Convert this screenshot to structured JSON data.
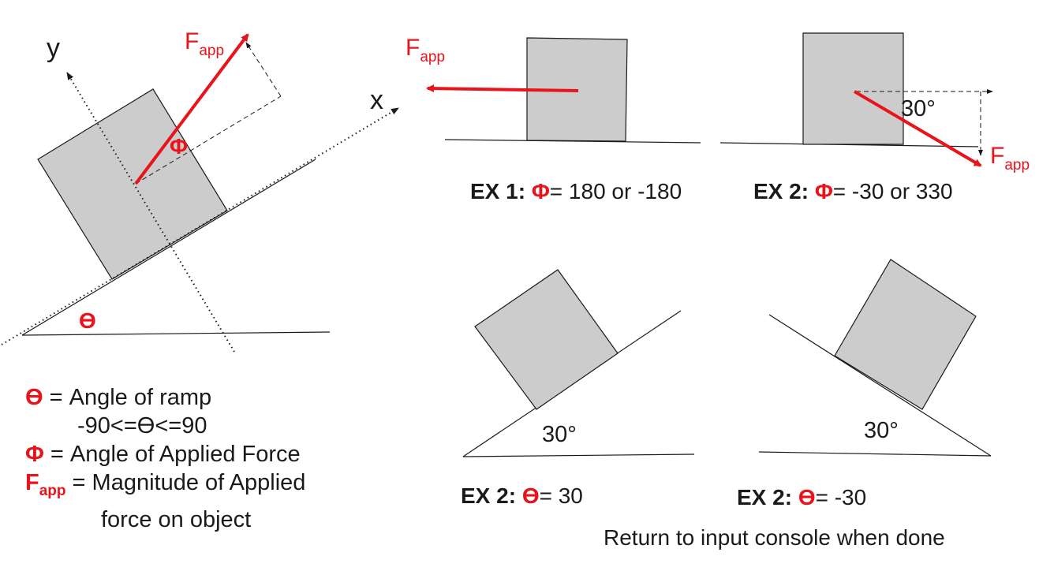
{
  "colors": {
    "accent": "#e8141c",
    "block": "#cccccc",
    "line": "#1a1a1a"
  },
  "main_diagram": {
    "y_axis": "y",
    "x_axis": "x",
    "force_label": "F",
    "force_sub": "app",
    "phi_label": "Φ",
    "theta_label": "ϴ"
  },
  "legend": {
    "theta_sym": "ϴ",
    "theta_text": " = Angle of ramp",
    "theta_range": "-90<=ϴ<=90",
    "phi_sym": "Φ",
    "phi_text": " = Angle of Applied Force",
    "f_sym": "F",
    "f_sub": "app",
    "f_text_1": " = Magnitude of Applied",
    "f_text_2": "force on object"
  },
  "examples": [
    {
      "prefix": "EX 1: ",
      "sym": "Φ",
      "value": "= 180 or -180",
      "force_label": "F",
      "force_sub": "app"
    },
    {
      "prefix": "EX 2: ",
      "sym": "Φ",
      "value": "= -30 or 330",
      "force_label": "F",
      "force_sub": "app",
      "angle": "30°"
    },
    {
      "prefix": "EX 2: ",
      "sym": "ϴ",
      "value": "= 30",
      "angle": "30°"
    },
    {
      "prefix": "EX 2: ",
      "sym": "ϴ",
      "value": "= -30",
      "angle": "30°"
    }
  ],
  "footer": {
    "return_link": "Return to input console when done"
  }
}
